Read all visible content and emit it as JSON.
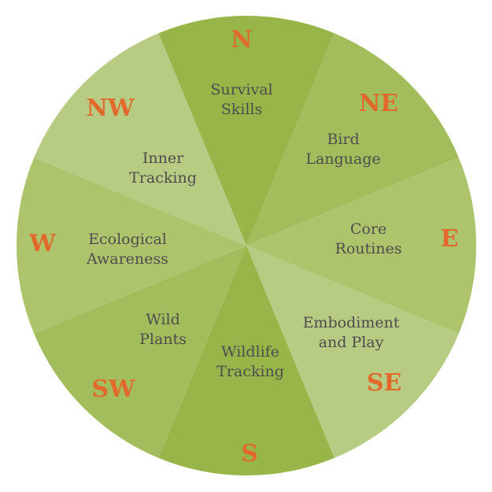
{
  "colors": {
    "direction_text": "#e2692c",
    "label_text": "#4d4d4d",
    "divider": "#c4d69a"
  },
  "sectors": [
    {
      "direction": "N",
      "label": [
        "Survival",
        "Skills"
      ],
      "color": "#98b54a"
    },
    {
      "direction": "NE",
      "label": [
        "Bird",
        "Language"
      ],
      "color": "#a3bd5c"
    },
    {
      "direction": "E",
      "label": [
        "Core",
        "Routines"
      ],
      "color": "#adc46d"
    },
    {
      "direction": "SE",
      "label": [
        "Embodiment",
        "and Play"
      ],
      "color": "#b7cb82"
    },
    {
      "direction": "S",
      "label": [
        "Wildlife",
        "Tracking"
      ],
      "color": "#98b54a"
    },
    {
      "direction": "SW",
      "label": [
        "Wild",
        "Plants"
      ],
      "color": "#a3bd5c"
    },
    {
      "direction": "W",
      "label": [
        "Ecological",
        "Awareness"
      ],
      "color": "#adc46d"
    },
    {
      "direction": "NW",
      "label": [
        "Inner",
        "Tracking"
      ],
      "color": "#b7cb82"
    }
  ]
}
